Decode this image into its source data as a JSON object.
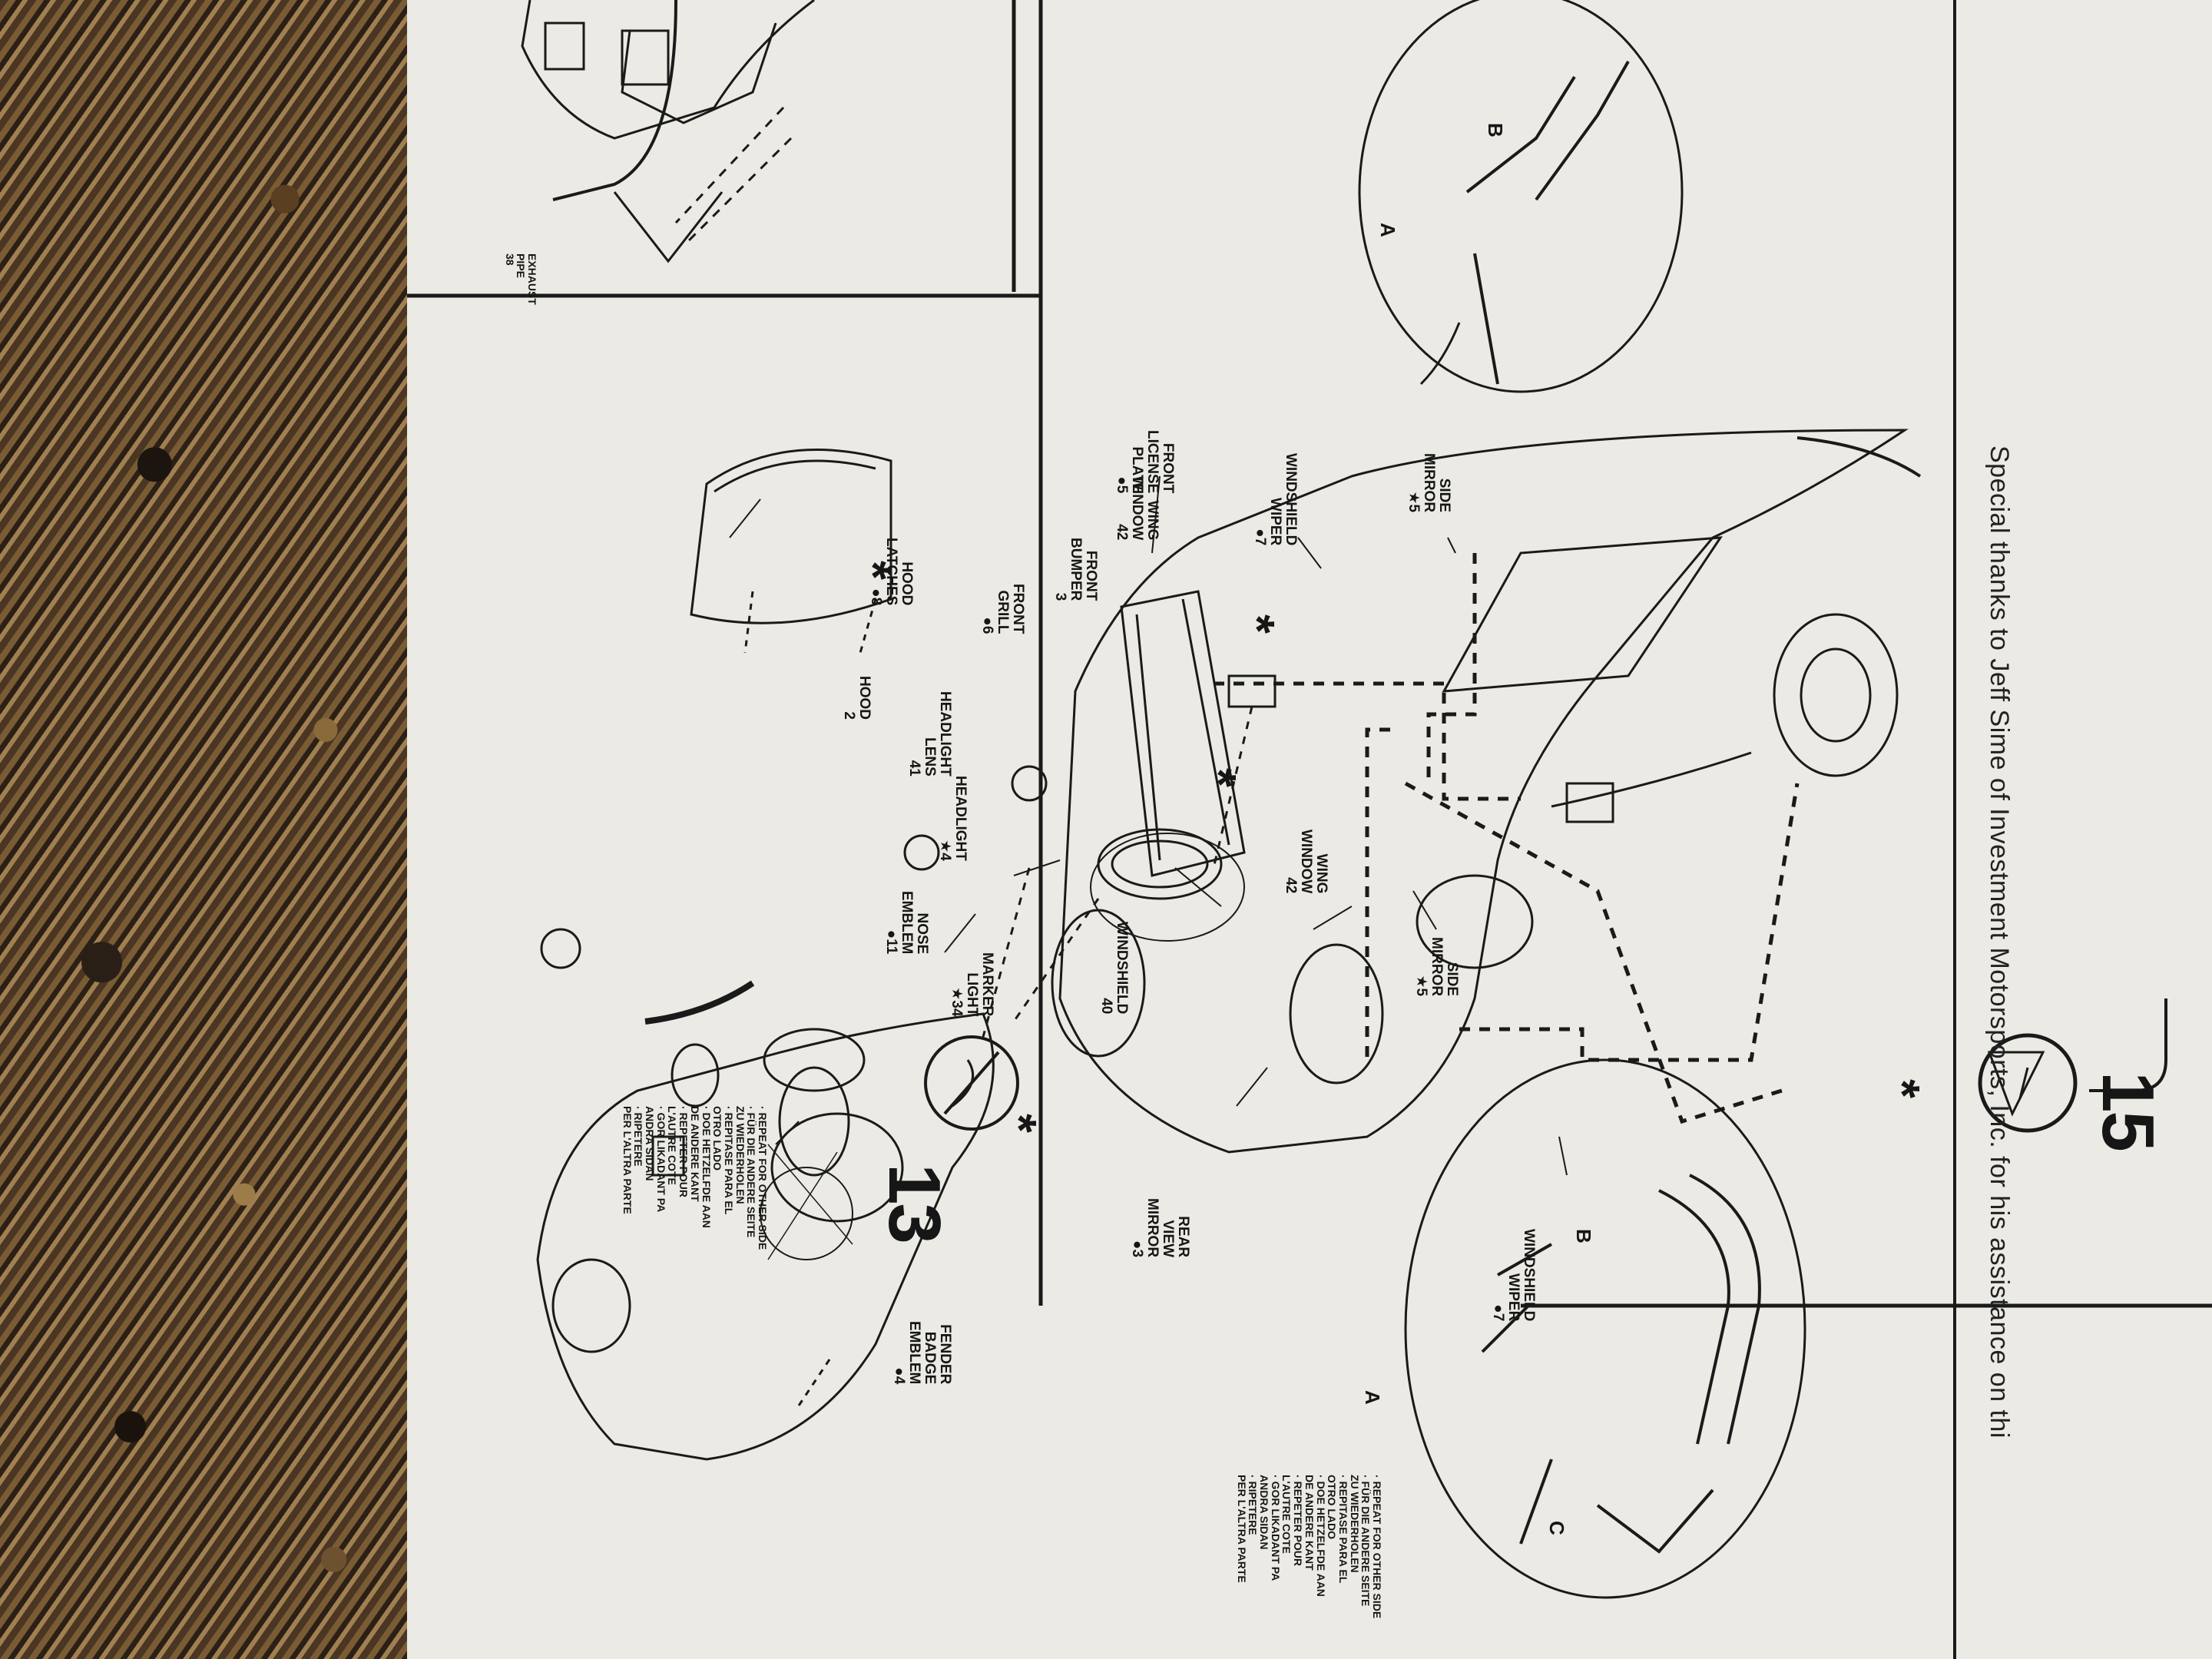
{
  "steps": {
    "step13": {
      "number": "13",
      "repeat_note": "· REPEAT FOR OTHER SIDE\n· FÜR DIE ANDERE SEITE\nZU WIEDERHOLEN\n· REPITASE PARA EL\nOTRO LADO\n· DOE HETZELFDE AAN\nDE ANDERE KANT\n· REPETER POUR\nL'AUTRE COTE\n· GOR LIKADANT PA\nANDRA SIDAN\n· RIPETERE\nPER L'ALTRA PARTE",
      "star": "*",
      "labels": {
        "hood_latches": "HOOD\nLATCHES\n●8",
        "hood": "HOOD\n2",
        "headlight_lens": "HEADLIGHT\nLENS\n41",
        "headlight": "HEADLIGHT\n★4",
        "front_grill": "FRONT\nGRILL\n●6",
        "front_bumper": "FRONT\nBUMPER\n3",
        "front_license_plate": "FRONT\nLICENSE\nPLATE\n●5",
        "nose_emblem": "NOSE\nEMBLEM\n●11",
        "marker_light": "MARKER\nLIGHT\n★34",
        "fender_badge_emblem": "FENDER\nBADGE\nEMBLEM\n●4"
      }
    },
    "step14_fragment": {
      "exhaust_pipe": "EXHAUST\nPIPE\n38"
    },
    "step15": {
      "number": "15",
      "star": "*",
      "detail_letters": [
        "A",
        "B",
        "A",
        "B",
        "C"
      ],
      "labels": {
        "wing_window_top": "WING\nWINDOW\n42",
        "windshield_wiper_top": "WINDSHIELD\nWIPER\n●7",
        "side_mirror_top": "SIDE\nMIRROR\n★5",
        "wing_window_bottom": "WING\nWINDOW\n42",
        "windshield": "WINDSHIELD\n40",
        "side_mirror_bottom": "SIDE\nMIRROR\n★5",
        "rear_view_mirror": "REAR\nVIEW\nMIRROR\n●3",
        "windshield_wiper_bottom": "WINDSHIELD\nWIPER\n●7"
      }
    }
  },
  "footer": {
    "thanks": "Special thanks to Jeff Sime of Investment Motorsports, Inc. for his assistance on thi"
  }
}
